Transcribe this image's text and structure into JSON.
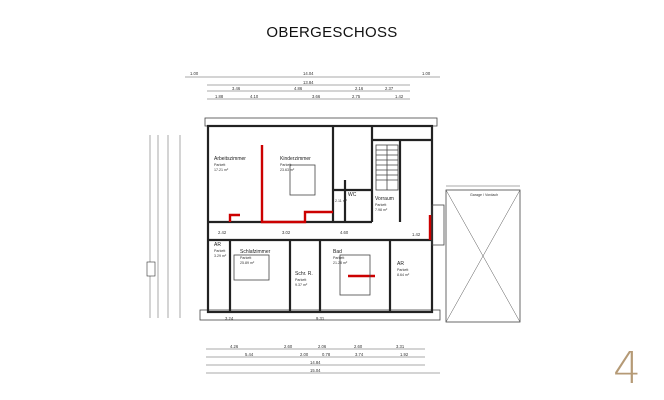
{
  "title": "OBERGESCHOSS",
  "page_number": "4",
  "colors": {
    "walls": "#222222",
    "demolition": "#cc0000",
    "page_number": "#b59a76"
  },
  "rooms": [
    {
      "name": "Arbeitszimmer",
      "floor": "Parkett",
      "area": "17.21 m²"
    },
    {
      "name": "Kinderzimmer",
      "floor": "Parkett",
      "area": "23.63 m²"
    },
    {
      "name": "WC",
      "floor": "",
      "area": "2.11 m²"
    },
    {
      "name": "Vorraum",
      "floor": "Parkett",
      "area": "7.98 m²"
    },
    {
      "name": "AR",
      "floor": "Parkett",
      "area": "3.29 m²"
    },
    {
      "name": "Schlafzimmer",
      "floor": "Parkett",
      "area": "25.89 m²"
    },
    {
      "name": "Schr. R.",
      "floor": "Parkett",
      "area": "9.37 m²"
    },
    {
      "name": "Bad",
      "floor": "Parkett",
      "area": "21.28 m²"
    },
    {
      "name": "AR",
      "floor": "Parkett",
      "area": "8.64 m²"
    }
  ],
  "garage_label": "Garage / Vordach",
  "dimensions": {
    "top_overall": [
      "1.00",
      "14.04",
      "1.00"
    ],
    "top_inner": "13.84",
    "top_segments": [
      "3.46",
      "4.86",
      "2.16",
      "2.37"
    ],
    "top_openings": [
      "1.88",
      "4.10",
      "3.66",
      "2.75",
      "1.42"
    ],
    "bottom_openings": [
      "4.26",
      "2.60",
      "2.06",
      "2.60",
      "3.31"
    ],
    "bottom_segments": [
      "5.44",
      "2.00",
      "0.78",
      "3.74",
      "1.92"
    ],
    "bottom_inner": "14.84",
    "bottom_overall": "15.04",
    "interior": [
      "2.42",
      "3.02",
      "4.60",
      "1.42",
      "3.24",
      "9.31"
    ]
  }
}
